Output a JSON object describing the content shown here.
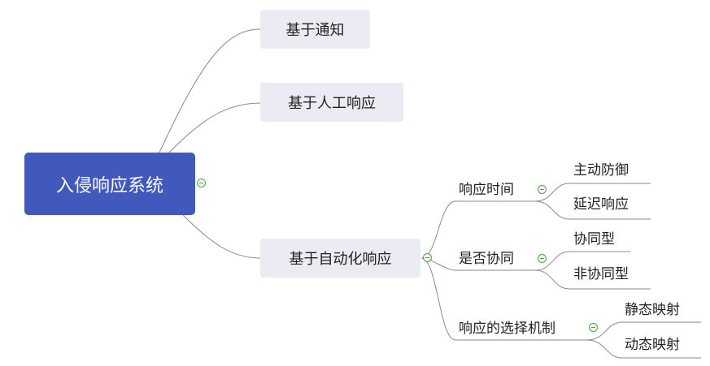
{
  "mindmap": {
    "root": {
      "label": "入侵响应系统"
    },
    "branches": [
      {
        "label": "基于通知"
      },
      {
        "label": "基于人工响应"
      },
      {
        "label": "基于自动化响应",
        "children": [
          {
            "label": "响应时间",
            "children": [
              {
                "label": "主动防御"
              },
              {
                "label": "延迟响应"
              }
            ]
          },
          {
            "label": "是否协同",
            "children": [
              {
                "label": "协同型"
              },
              {
                "label": "非协同型"
              }
            ]
          },
          {
            "label": "响应的选择机制",
            "children": [
              {
                "label": "静态映射"
              },
              {
                "label": "动态映射"
              }
            ]
          }
        ]
      }
    ]
  },
  "colors": {
    "root_fill": "#4159bd",
    "branch_fill": "#ebebf3",
    "connector": "#8a8a8a",
    "toggle": "#53a253"
  }
}
